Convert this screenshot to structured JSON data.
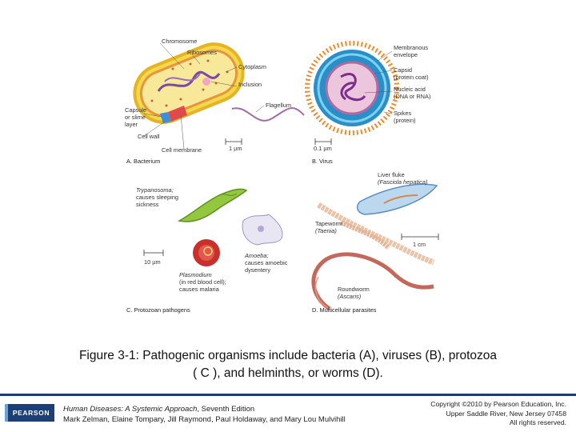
{
  "figure": {
    "panel_a": {
      "chromosome": "Chromosome",
      "ribosomes": "Ribosomes",
      "cytoplasm": "Cytoplasm",
      "inclusion": "Inclusion",
      "flagellum": "Flagellum",
      "capsule_1": "Capsule",
      "capsule_2": "or slime",
      "capsule_3": "layer",
      "cell_wall": "Cell wall",
      "cell_membrane": "Cell membrane",
      "scale": "1 µm",
      "title": "A. Bacterium"
    },
    "panel_b": {
      "envelope_1": "Membranous",
      "envelope_2": "envelope",
      "capsid_1": "Capsid",
      "capsid_2": "(protein coat)",
      "nucleic_1": "Nucleic acid",
      "nucleic_2": "(DNA or RNA)",
      "spikes_1": "Spikes",
      "spikes_2": "(protein)",
      "scale": "0.1 µm",
      "title": "B. Virus"
    },
    "panel_c": {
      "trypanosoma_1": "Trypanosoma;",
      "trypanosoma_2": "causes sleeping",
      "trypanosoma_3": "sickness",
      "scale": "10 µm",
      "amoeba_1": "Amoeba;",
      "amoeba_2": "causes amoebic",
      "amoeba_3": "dysentery",
      "plasmodium_1": "Plasmodium",
      "plasmodium_2": "(in red blood cell);",
      "plasmodium_3": "causes malaria",
      "title": "C. Protozoan pathogens"
    },
    "panel_d": {
      "fluke_1": "Liver fluke",
      "fluke_2": "(Fasciola hepatica)",
      "tapeworm_1": "Tapeworm",
      "tapeworm_2": "(Taenia)",
      "scale": "1 cm",
      "roundworm_1": "Roundworm",
      "roundworm_2": "(Ascaris)",
      "title": "D. Multicellular parasites"
    }
  },
  "caption": {
    "line1": "Figure 3-1: Pathogenic organisms include bacteria (A), viruses (B), protozoa",
    "line2": "( C ), and helminths, or worms (D)."
  },
  "footer": {
    "logo": "PEARSON",
    "book_title": "Human Diseases: A Systemic Approach",
    "book_edition": ", Seventh Edition",
    "authors": "Mark Zelman, Elaine Tompary, Jill Raymond, Paul Holdaway, and Mary Lou Mulvihill",
    "copyright_1": "Copyright ©2010 by Pearson Education, Inc.",
    "copyright_2": "Upper Saddle River, New Jersey 07458",
    "copyright_3": "All rights reserved.",
    "brand_color": "#1d3f77"
  }
}
